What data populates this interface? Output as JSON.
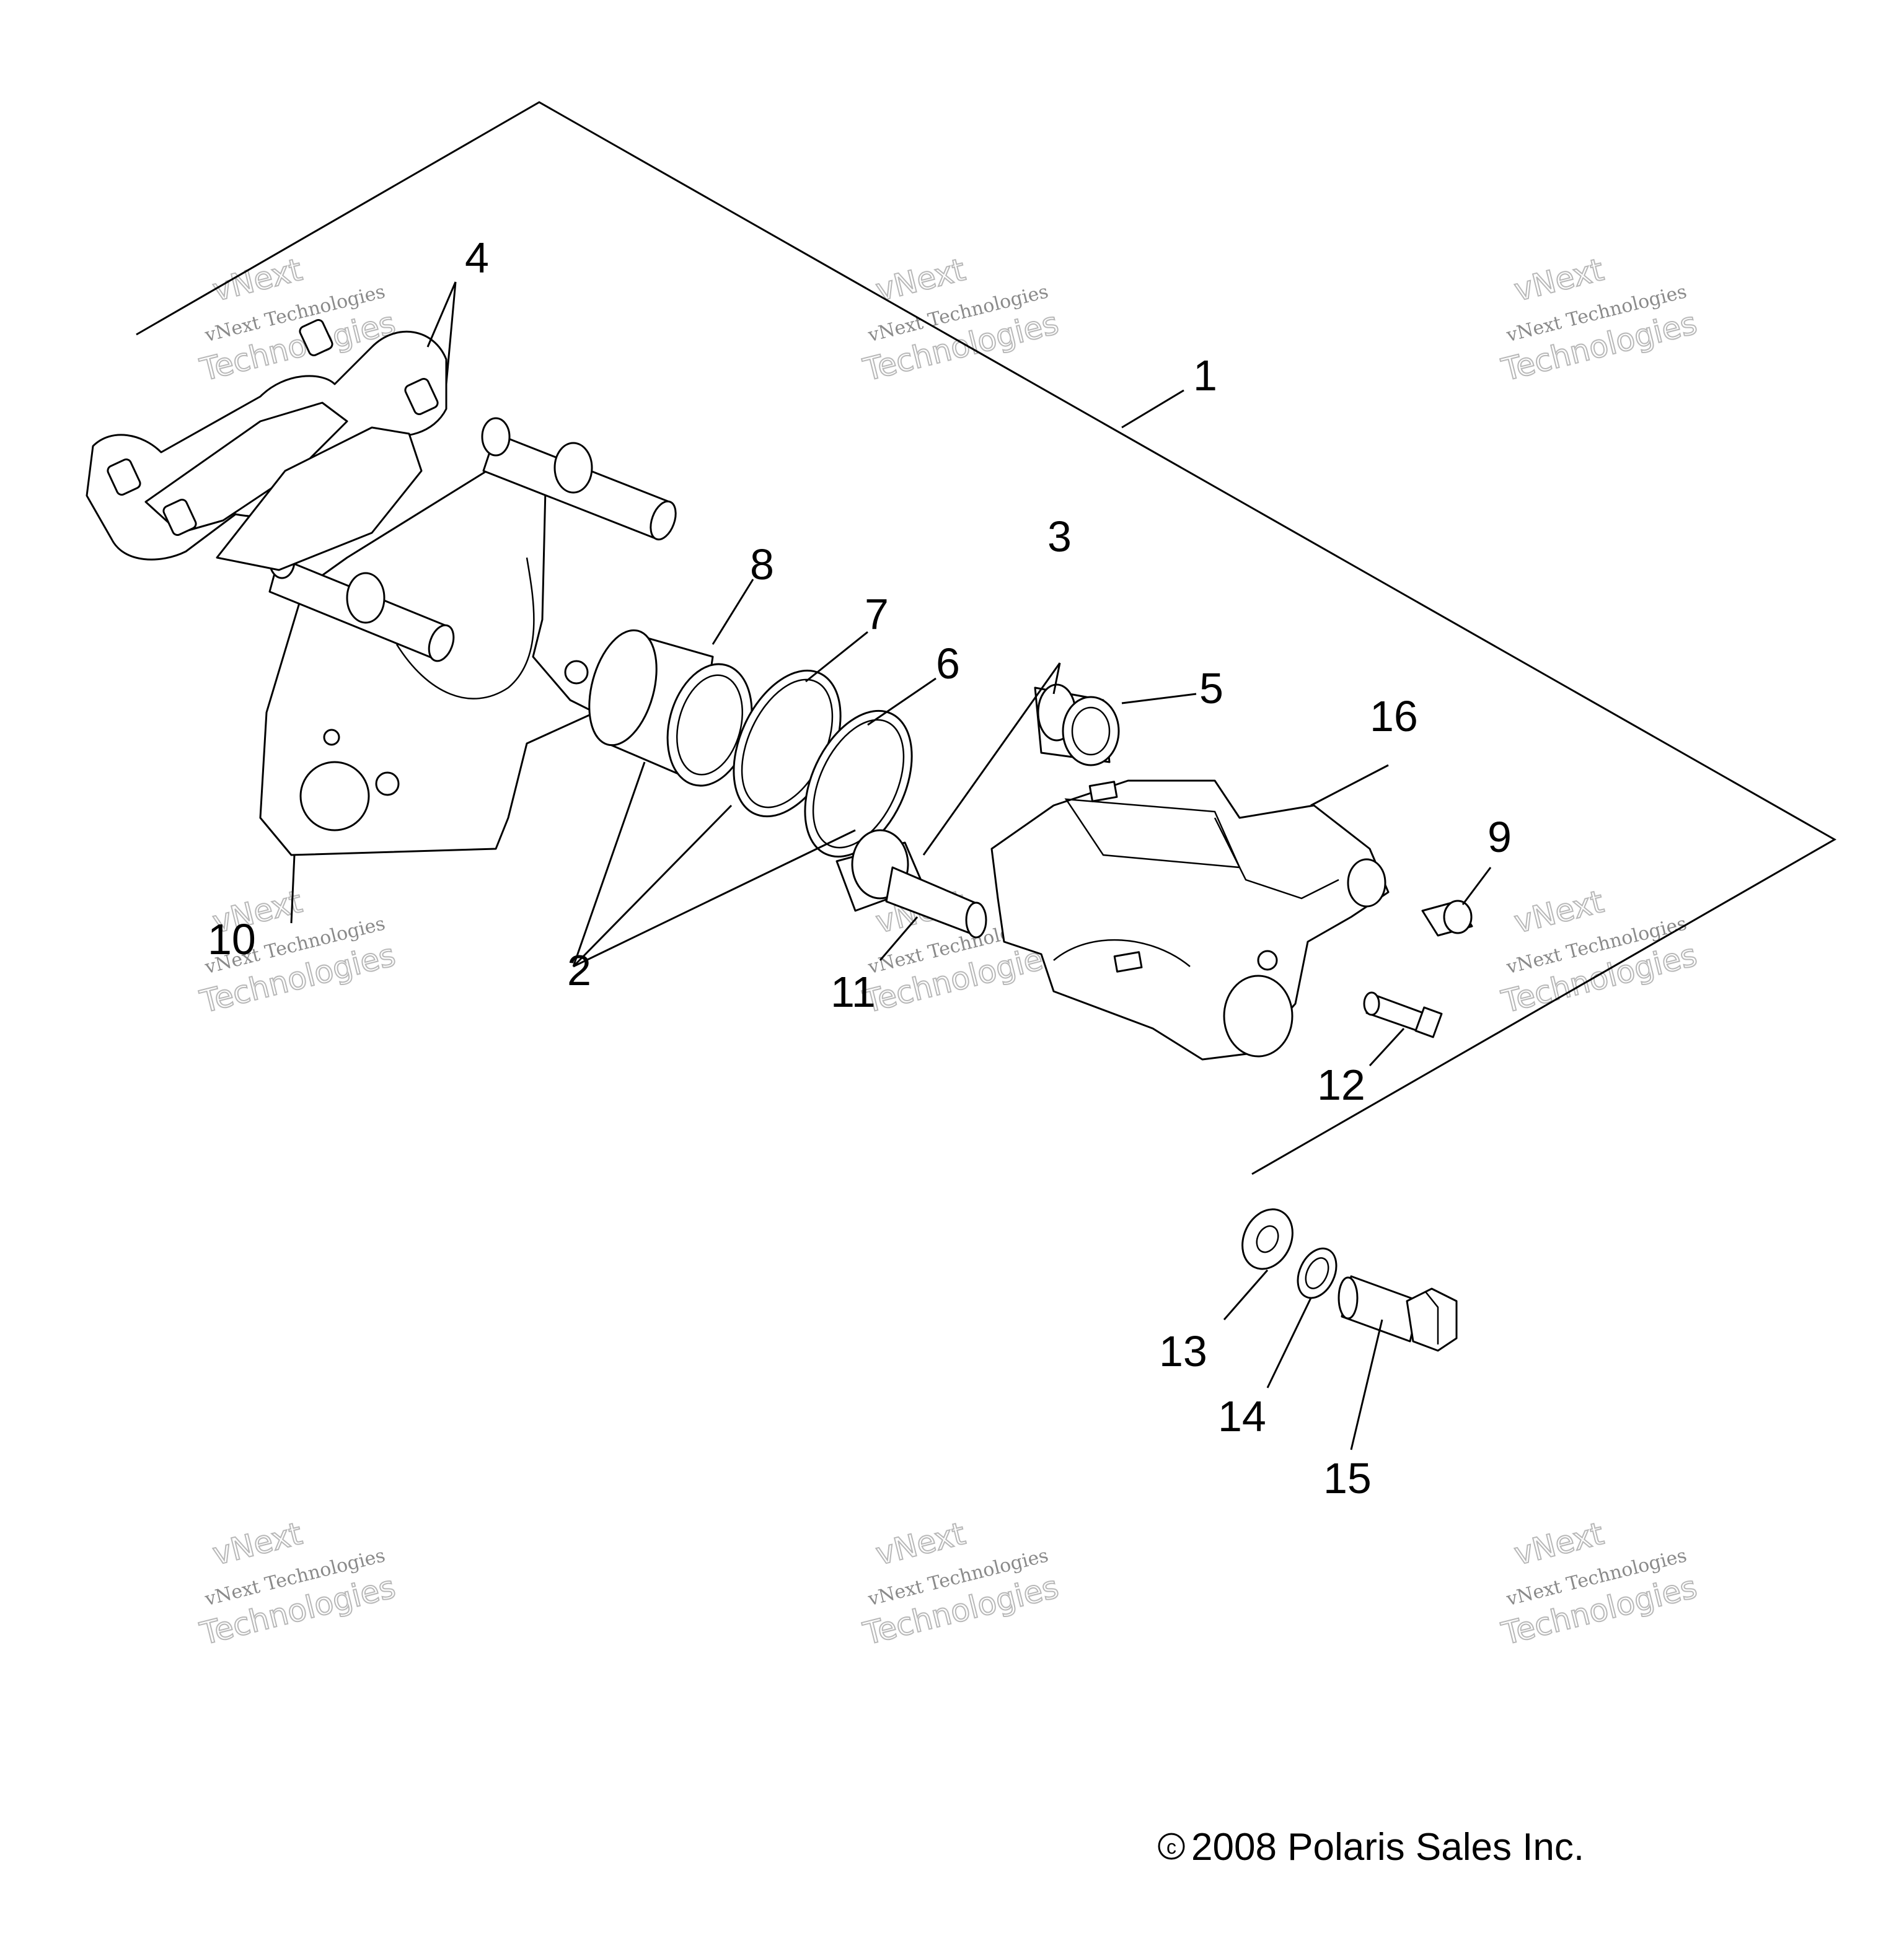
{
  "callouts": [
    "1",
    "2",
    "3",
    "4",
    "5",
    "6",
    "7",
    "8",
    "9",
    "10",
    "11",
    "12",
    "13",
    "14",
    "15",
    "16"
  ],
  "watermark": {
    "line1": "vNext",
    "line2": "vNext Technologies",
    "line3": "Technologies"
  },
  "copyright": {
    "symbol": "c",
    "text": "2008 Polaris Sales Inc."
  }
}
